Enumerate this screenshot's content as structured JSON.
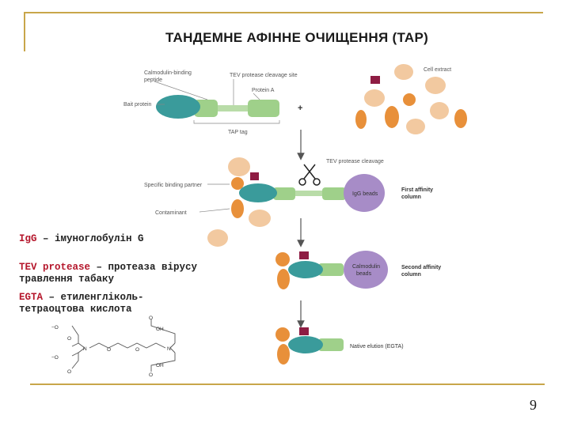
{
  "slide": {
    "title": "ТАНДЕМНЕ АФІННЕ ОЧИЩЕННЯ (TAP)",
    "page_number": "9"
  },
  "notes": [
    {
      "abbr": "IgG",
      "text": " – імуноглобулін G"
    },
    {
      "abbr": "TEV protease",
      "text": " – протеаза вірусу травлення табаку"
    },
    {
      "abbr": "EGTA",
      "text": " – етиленгліколь­тетраоцтова кислота"
    }
  ],
  "diagram": {
    "labels": {
      "calmodulin_binding": "Calmodulin-binding",
      "peptide": "peptide",
      "tev_site": "TEV protease cleavage site",
      "protein_a": "Protein A",
      "bait_protein": "Bait protein",
      "tap_tag": "TAP tag",
      "plus": "+",
      "cell_extract": "Cell extract",
      "tev_cleavage": "TEV protease cleavage",
      "specific_binding_partner": "Specific binding partner",
      "contaminant": "Contaminant",
      "igg_beads": "IgG beads",
      "first_affinity_1": "First affinity",
      "first_affinity_2": "column",
      "calmodulin_beads_1": "Calmodulin",
      "calmodulin_beads_2": "beads",
      "second_affinity_1": "Second affinity",
      "second_affinity_2": "column",
      "native_elution": "Native elution (EGTA)"
    },
    "egta_structure": {
      "o_top": "O",
      "o_minus_left_top": "−O",
      "oh_top": "OH",
      "o_left_top": "O",
      "o_minus_left_bottom": "−O",
      "o_left_bottom": "O",
      "n_left": "N",
      "n_right": "N",
      "o_ether_1": "O",
      "o_ether_2": "O",
      "o_right_bottom": "O",
      "oh_bottom": "OH"
    },
    "colors": {
      "bait": "#3a9b9b",
      "tag": "#9fd08a",
      "contaminant": "#f2c9a0",
      "partner": "#e8903a",
      "cell_marker": "#8e1c43",
      "beads": "#a78cc7"
    }
  }
}
